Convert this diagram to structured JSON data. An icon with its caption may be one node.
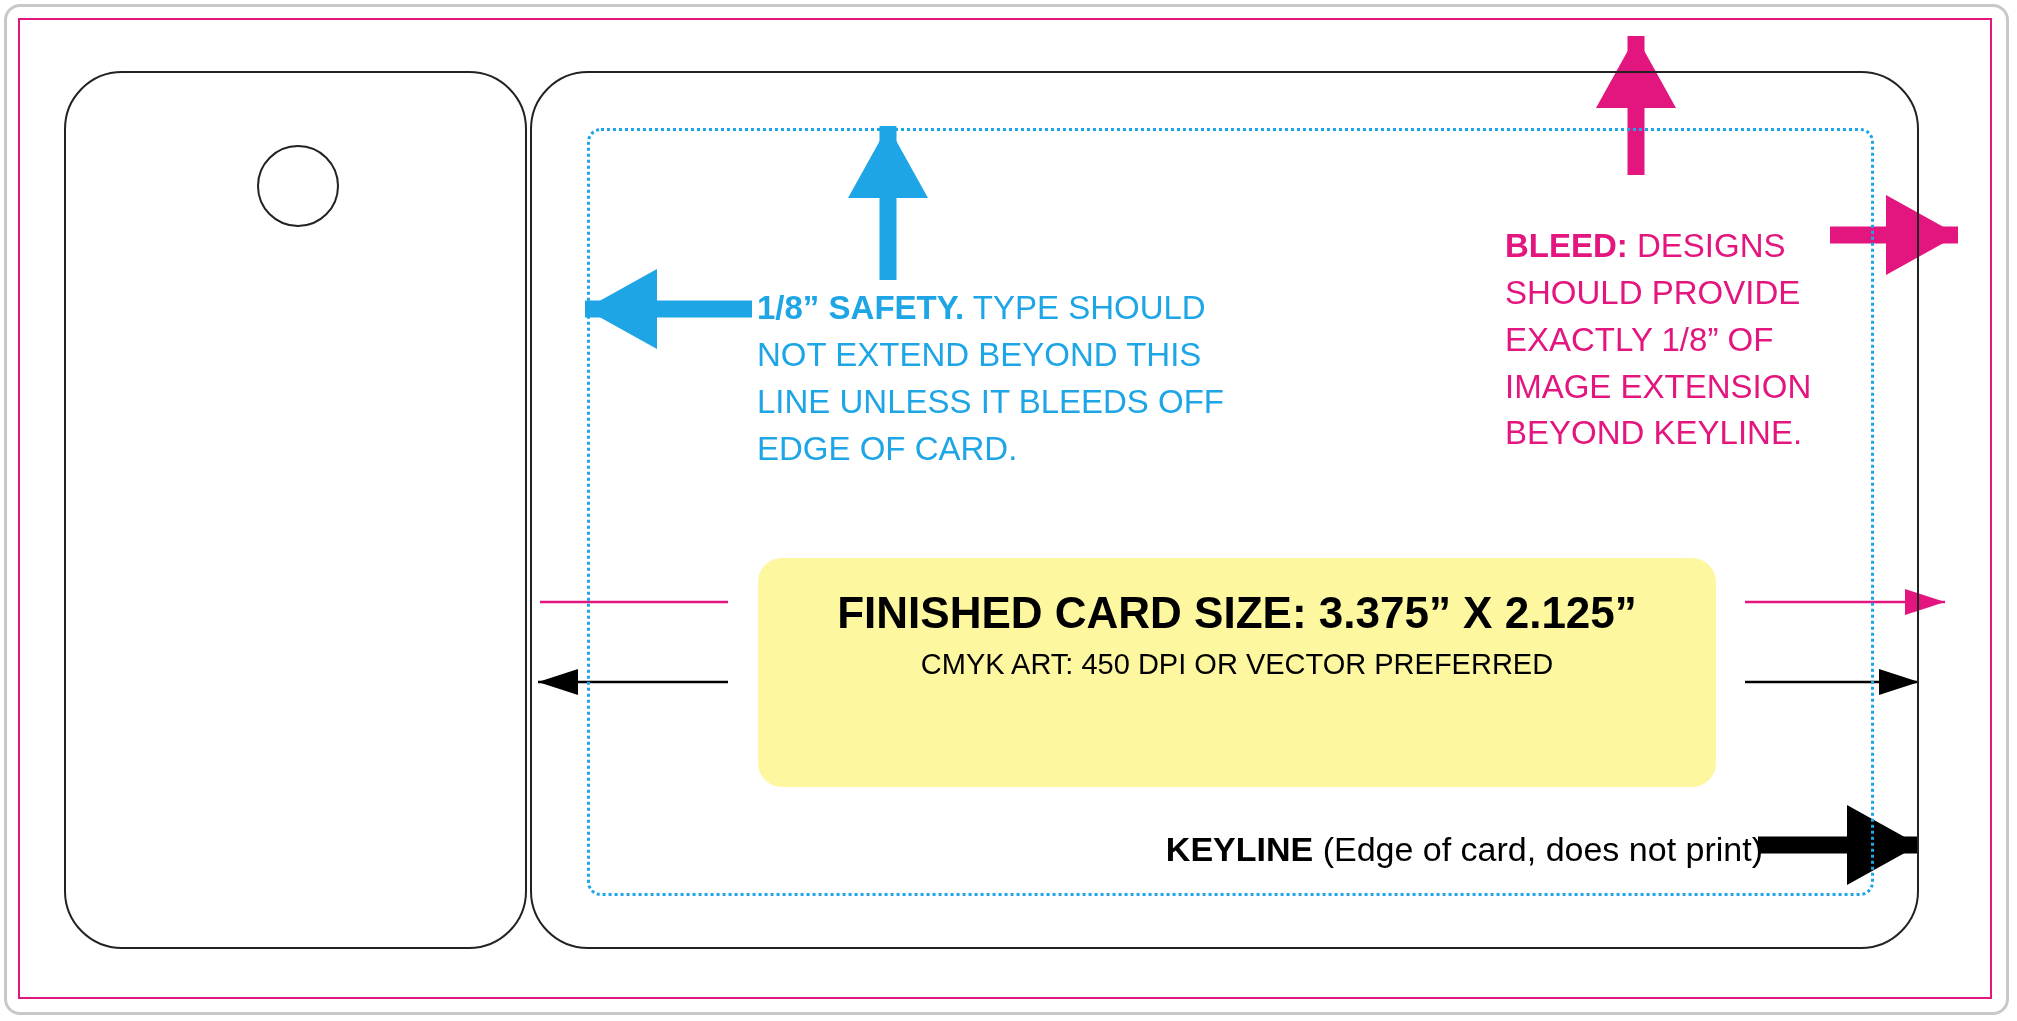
{
  "diagram": {
    "nodes": [
      {
        "text": [],
        "shape": "box"
      },
      {
        "text": [],
        "shape": "circle",
        "in": 0
      },
      {
        "text": [],
        "shape": "box"
      },
      {
        "text": [],
        "shape": "box",
        "in": 2
      },
      {
        "text": [
          "**1/8” SAFETY.** TYPE SHOULD NOT EXTEND BEYOND THIS LINE UNLESS IT BLEEDS OFF EDGE OF CARD."
        ],
        "in": 3
      },
      {
        "text": [
          "**BLEED:** DESIGNS SHOULD PROVIDE EXACTLY 1/8” OF IMAGE EXTENSION BEYOND KEYLINE."
        ],
        "in": 3
      },
      {
        "text": [
          "FINISHED CARD SIZE:  3.375” X 2.125”",
          "CMYK ART:  450 DPI OR VECTOR PREFERRED"
        ],
        "in": 3
      },
      {
        "text": [
          "**KEYLINE** (Edge of card, does not print)"
        ],
        "in": 3
      }
    ],
    "edges": [
      {
        "from": 4,
        "to": 3,
        "arrow": "to",
        "color": "#1ea5e6"
      },
      {
        "from": 4,
        "to": 3,
        "arrow": "to",
        "color": "#1ea5e6"
      },
      {
        "from": 5,
        "to": null,
        "arrow": "to",
        "color": "#e3157f"
      },
      {
        "from": 5,
        "to": null,
        "arrow": "to",
        "color": "#e3157f"
      },
      {
        "from": 7,
        "to": 2,
        "arrow": "to",
        "color": "#000000"
      }
    ]
  }
}
